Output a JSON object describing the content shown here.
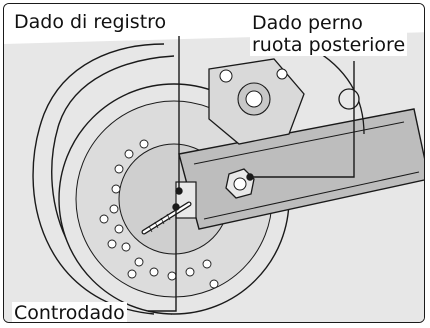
{
  "labels": {
    "adjuster_nut": "Dado di registro",
    "axle_nut_line1": "Dado perno",
    "axle_nut_line2": "ruota posteriore",
    "lock_nut": "Controdado"
  },
  "colors": {
    "background": "#ffffff",
    "line": "#1a1a1a",
    "shading": "#cfcfcf"
  }
}
